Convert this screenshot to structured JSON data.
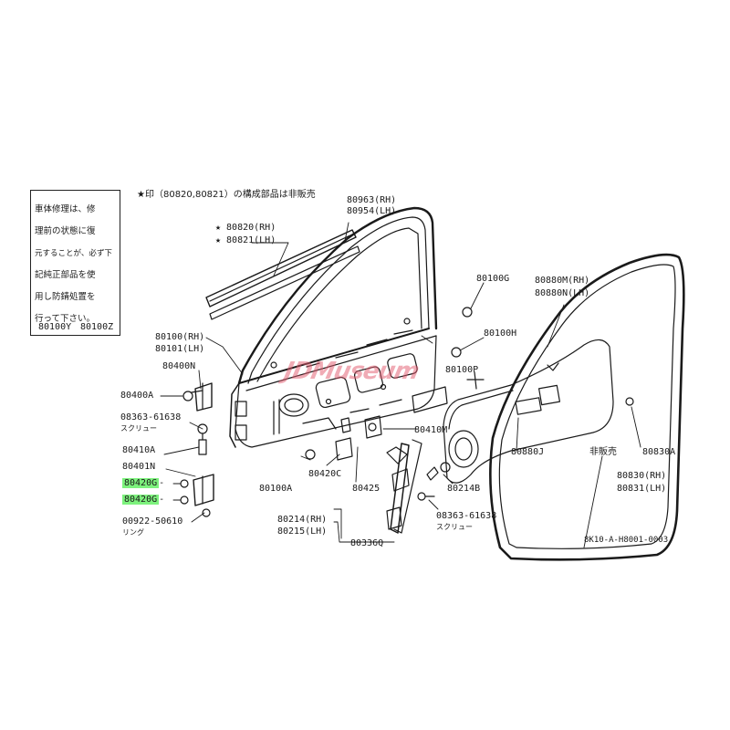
{
  "note": {
    "text": "車体修理は、修理前の状態に復元することが、必ず下記純正部品を使用し防錆処置を行って下さい。",
    "lines": [
      "車体修理は、修",
      "理前の状態に復",
      "元することが、必ず下",
      "記純正部品を使",
      "用し防錆処置を",
      "行って下さい。"
    ],
    "part_left": "80100Y",
    "part_right": "80100Z"
  },
  "header_note": "★印（80820,80821）の構成部品は非販売",
  "watermark": "JDMuseum",
  "colors": {
    "highlight": "#7df27d",
    "ink": "#1a1a1a",
    "watermark": "#e35a6e"
  },
  "labels": {
    "p80963": "80963(RH)",
    "p80954": "80954(LH)",
    "p80820": "★ 80820(RH)",
    "p80821": "★ 80821(LH)",
    "p80100G": "80100G",
    "p80880M": "80880M(RH)",
    "p80880N": "80880N(LH)",
    "p80100RH": "80100(RH)",
    "p80101LH": "80101(LH)",
    "p80400N": "80400N",
    "p80400A": "80400A",
    "p80100H": "80100H",
    "p80100P": "80100P",
    "p08363a": "08363-61638",
    "screw_a": "スクリュー",
    "p80410A": "80410A",
    "p80410M": "80410M",
    "p80401N": "80401N",
    "p80420G_1": "80420G",
    "p80420G_2": "80420G",
    "p00922": "00922-50610",
    "ring": "リング",
    "p80100A": "80100A",
    "p80420C": "80420C",
    "p80425": "80425",
    "p80214B": "80214B",
    "p08363b": "08363-61638",
    "screw_b": "スクリュー",
    "p80214RH": "80214(RH)",
    "p80215LH": "80215(LH)",
    "p80336Q": "80336Q",
    "p80880J": "80880J",
    "hihanbai": "非販売",
    "p80830A": "80830A",
    "p80830RH": "80830(RH)",
    "p80831LH": "80831(LH)",
    "diagram_code": "8K10-A-H8001-0003"
  }
}
